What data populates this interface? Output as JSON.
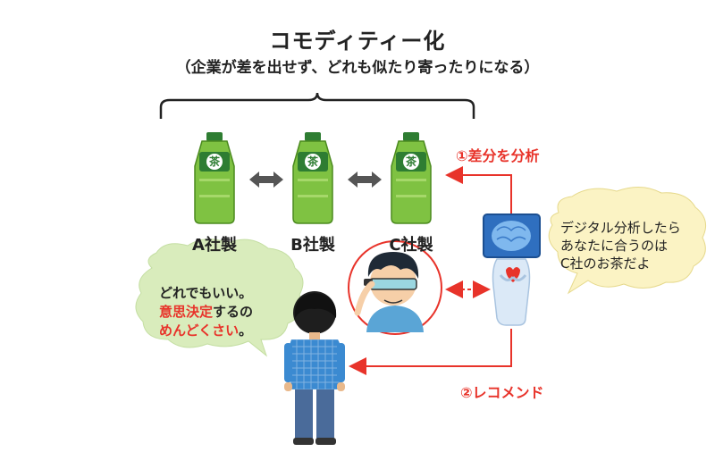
{
  "title": "コモディティー化",
  "subtitle": "（企業が差を出せず、どれも似たり寄ったりになる）",
  "products": [
    {
      "label": "A社製",
      "tag": "茶"
    },
    {
      "label": "B社製",
      "tag": "茶"
    },
    {
      "label": "C社製",
      "tag": "茶"
    }
  ],
  "step1": "①差分を分析",
  "step2": "②レコメンド",
  "consumer_bubble": {
    "line1": "どれでもいい。",
    "line2_red": "意思決定",
    "line2_rest": "するの",
    "line3_red": "めんどくさい",
    "line3_rest": "。"
  },
  "ai_bubble": {
    "line1": "デジタル分析したら",
    "line2": "あなたに合うのは",
    "line3": "C社のお茶だよ"
  },
  "colors": {
    "accent_red": "#e8332a",
    "bottle_green": "#7fc242",
    "bubble_green": "#d9ecbc",
    "bubble_yellow": "#fbf3c4"
  }
}
